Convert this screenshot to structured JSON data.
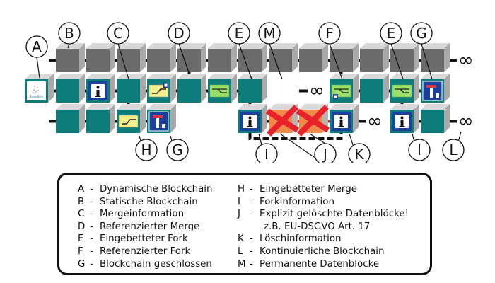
{
  "diagram": {
    "colors": {
      "static_block": "#6b6b6b",
      "dynamic_block": "#0e7c7b",
      "block_top": "#d9d9d9",
      "block_side": "#a9a9a9",
      "connector": "#111111",
      "info_sign_blue": "#1a3f9c",
      "merge_yellow": "#f3ef8a",
      "fork_green": "#9be067",
      "deleted_orange": "#f08a4b",
      "deleted_cross": "#e8212b",
      "dead_end_red": "#d9363e"
    },
    "rows": [
      {
        "name": "static-blockchain",
        "blocks": [
          "static",
          "static",
          "static",
          "static",
          "static",
          "static",
          "static",
          "static",
          "static",
          "static",
          "static",
          "static",
          "static"
        ],
        "infinity": "∞"
      },
      {
        "name": "dynamic-blockchain",
        "blocks": [
          "genesis",
          "plain",
          "info",
          "plain",
          "ref-merge",
          "plain",
          "embedded-fork",
          "plain",
          "ref-fork",
          "plain",
          "embedded-fork",
          "dead-end"
        ],
        "infinity": "∞"
      },
      {
        "name": "branch-blockchains",
        "blocks": [
          "plain",
          "plain",
          "embedded-merge",
          "dead-end",
          "info",
          "deleted",
          "deleted",
          "info",
          "info",
          "plain"
        ],
        "infinity": "∞"
      }
    ],
    "genesis_label": "BaseBits",
    "callouts": [
      "A",
      "B",
      "C",
      "D",
      "E",
      "M",
      "F",
      "E",
      "G",
      "H",
      "G",
      "I",
      "J",
      "K",
      "I",
      "L"
    ]
  },
  "legend": {
    "left": [
      {
        "key": "A",
        "sep": "-",
        "text": "Dynamische Blockchain"
      },
      {
        "key": "B",
        "sep": "-",
        "text": "Statische Blockchain"
      },
      {
        "key": "C",
        "sep": "-",
        "text": "Mergeinformation"
      },
      {
        "key": "D",
        "sep": "-",
        "text": "Referenzierter Merge"
      },
      {
        "key": "E",
        "sep": "-",
        "text": "Eingebetteter Fork"
      },
      {
        "key": "F",
        "sep": "-",
        "text": "Referenzierter Fork"
      },
      {
        "key": "G",
        "sep": "-",
        "text": "Blockchain geschlossen"
      }
    ],
    "right": [
      {
        "key": "H",
        "sep": "-",
        "text": "Eingebetteter Merge"
      },
      {
        "key": "I",
        "sep": "-",
        "text": "Forkinformation"
      },
      {
        "key": "J",
        "sep": "-",
        "text": "Explizit gelöschte Datenblöcke!"
      },
      {
        "key": "K",
        "sep": "-",
        "text": "Löschinformation"
      },
      {
        "key": "L",
        "sep": "-",
        "text": "Kontinuierliche Blockchain"
      },
      {
        "key": "M",
        "sep": "-",
        "text": "Permanente Datenblöcke"
      }
    ],
    "j_note": "z.B. EU-DSGVO Art. 17"
  }
}
